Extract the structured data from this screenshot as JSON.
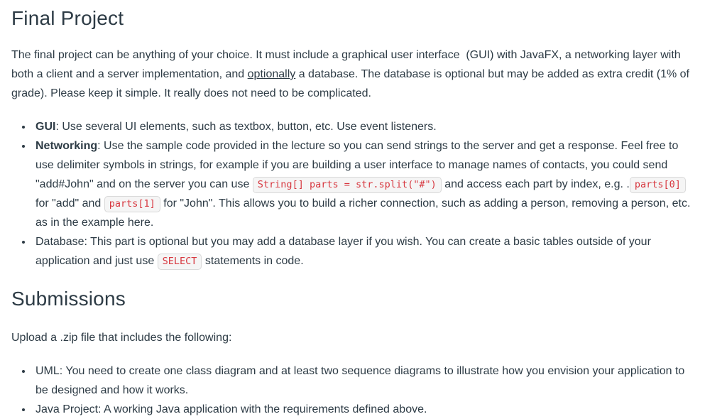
{
  "colors": {
    "text": "#2d3b45",
    "code_text": "#d7373f",
    "code_bg": "#f5f5f5",
    "code_border": "#d9d9d9",
    "page_bg": "#ffffff"
  },
  "title": "Final Project",
  "intro": {
    "segments": [
      {
        "t": "The final project can be anything of your choice. It must include a graphical user interface  (GUI) with JavaFX, a networking layer with both a client and a server implementation, and "
      },
      {
        "t": "optionally",
        "s": "underline"
      },
      {
        "t": " a database. The database is optional but may be added as extra credit (1% of grade). Please keep it simple. It really does not need to be complicated."
      }
    ]
  },
  "requirements": {
    "items": [
      {
        "id": "gui",
        "segments": [
          {
            "t": "GUI",
            "s": "bold"
          },
          {
            "t": ": Use several UI elements, such as textbox, button, etc. Use event listeners."
          }
        ]
      },
      {
        "id": "networking",
        "segments": [
          {
            "t": "Networking",
            "s": "bold"
          },
          {
            "t": ": Use the sample code provided in the lecture so you can send strings to the server and get a response. Feel free to use delimiter symbols in strings, for example if you are building a user interface to manage names of contacts, you could send \"add#John\" and on the server you can use "
          },
          {
            "t": "String[] parts = str.split(\"#\")",
            "s": "code"
          },
          {
            "t": " and access each part by index, e.g. ."
          },
          {
            "t": "parts[0]",
            "s": "code"
          },
          {
            "t": " for \"add\" and "
          },
          {
            "t": "parts[1]",
            "s": "code"
          },
          {
            "t": " for \"John\". This allows you to build a richer connection, such as adding a person, removing a person, etc. as in the example here."
          }
        ]
      },
      {
        "id": "database",
        "segments": [
          {
            "t": "Database: This part is optional but you may add a database layer if you wish. You can create a basic tables outside of your application and just use "
          },
          {
            "t": "SELECT",
            "s": "code"
          },
          {
            "t": " statements in code."
          }
        ]
      }
    ]
  },
  "submissions": {
    "title": "Submissions",
    "intro": "Upload a .zip file that includes the following:",
    "items": [
      {
        "id": "uml",
        "segments": [
          {
            "t": "UML: You need to create one class diagram and at least two sequence diagrams to illustrate how you envision your application to be designed and how it works."
          }
        ]
      },
      {
        "id": "java-project",
        "segments": [
          {
            "t": "Java Project: A working Java application with the requirements defined above."
          }
        ]
      }
    ]
  }
}
